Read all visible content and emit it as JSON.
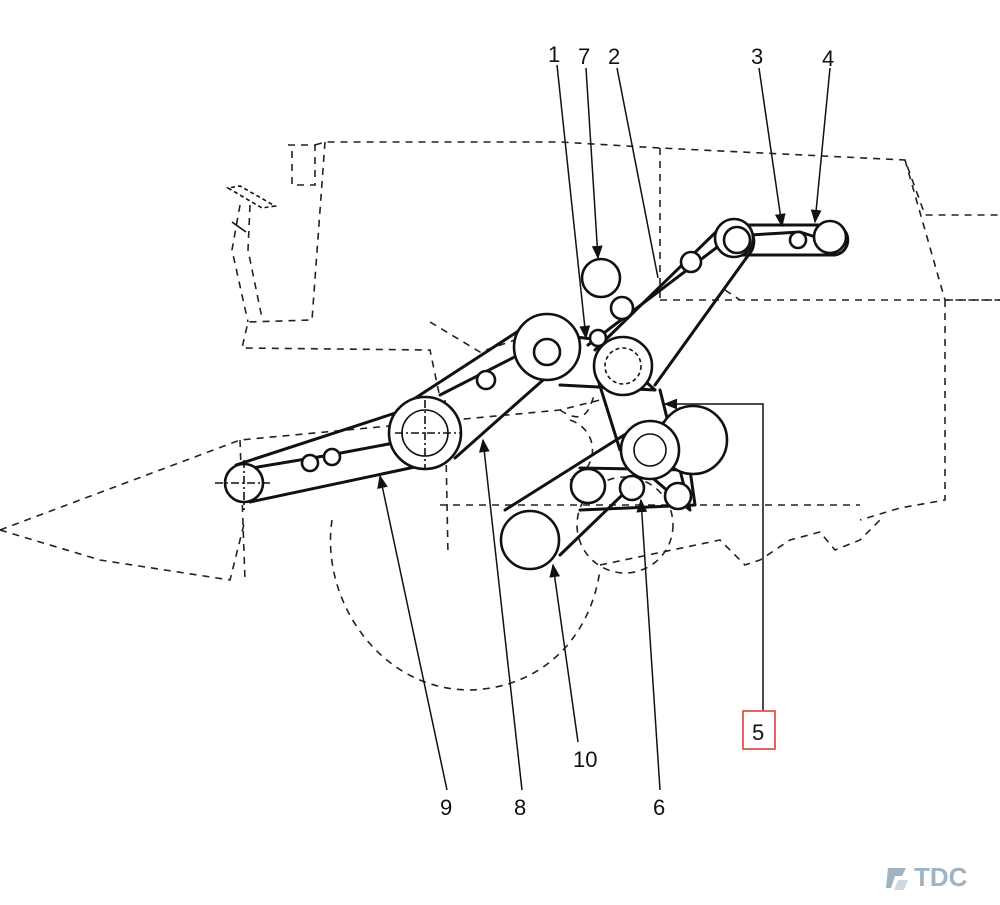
{
  "diagram": {
    "callouts": [
      {
        "id": "1",
        "text": "1"
      },
      {
        "id": "7",
        "text": "7"
      },
      {
        "id": "2",
        "text": "2"
      },
      {
        "id": "3",
        "text": "3"
      },
      {
        "id": "4",
        "text": "4"
      },
      {
        "id": "5",
        "text": "5",
        "highlight": "#e0302a"
      },
      {
        "id": "6",
        "text": "6"
      },
      {
        "id": "8",
        "text": "8"
      },
      {
        "id": "9",
        "text": "9"
      },
      {
        "id": "10",
        "text": "10"
      }
    ]
  },
  "watermark": {
    "text": "TDC",
    "color": "#9fb3c2",
    "icon": "tdc-logo-icon"
  }
}
